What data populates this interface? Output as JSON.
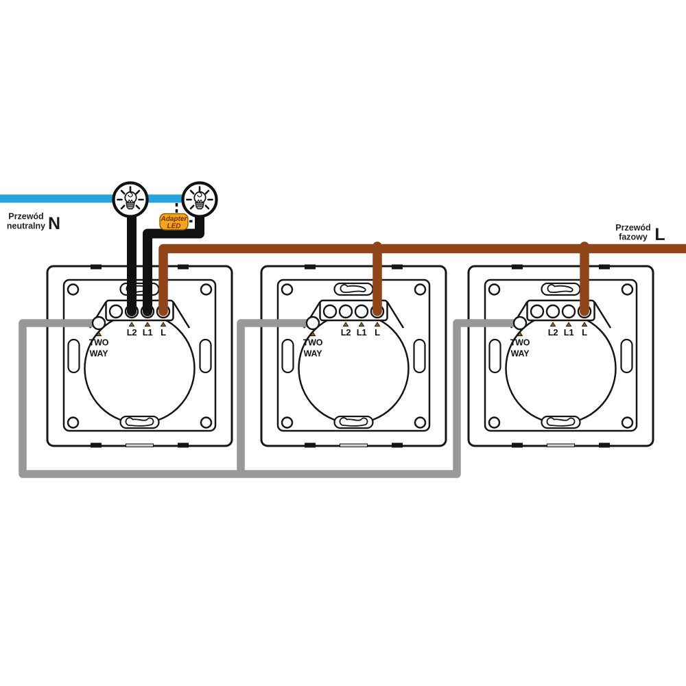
{
  "neutral_wire_label": {
    "line1": "Przewód",
    "line2": "neutralny",
    "symbol": "N"
  },
  "phase_wire_label": {
    "line1": "Przewód",
    "line2": "fazowy",
    "symbol": "L"
  },
  "led_adapter": {
    "line1": "Adapter",
    "line2": "LED"
  },
  "switches": [
    {
      "terminals": [
        "L2",
        "L1",
        "L"
      ],
      "two_way": [
        "TWO",
        "WAY"
      ]
    },
    {
      "terminals": [
        "L2",
        "L1",
        "L"
      ],
      "two_way": [
        "TWO",
        "WAY"
      ]
    },
    {
      "terminals": [
        "L2",
        "L1",
        "L"
      ],
      "two_way": [
        "TWO",
        "WAY"
      ]
    }
  ],
  "colors": {
    "neutral": "#25a3da",
    "phase": "#8f4518",
    "traveler": "#989898",
    "lamp_wire": "#111111",
    "adapter_bg": "#f4a51f",
    "adapter_border": "#8a5a00",
    "adapter_text": "#7b2d00",
    "terminal_marker": "#a85f00",
    "bulb_base": "#a5a5a5"
  }
}
